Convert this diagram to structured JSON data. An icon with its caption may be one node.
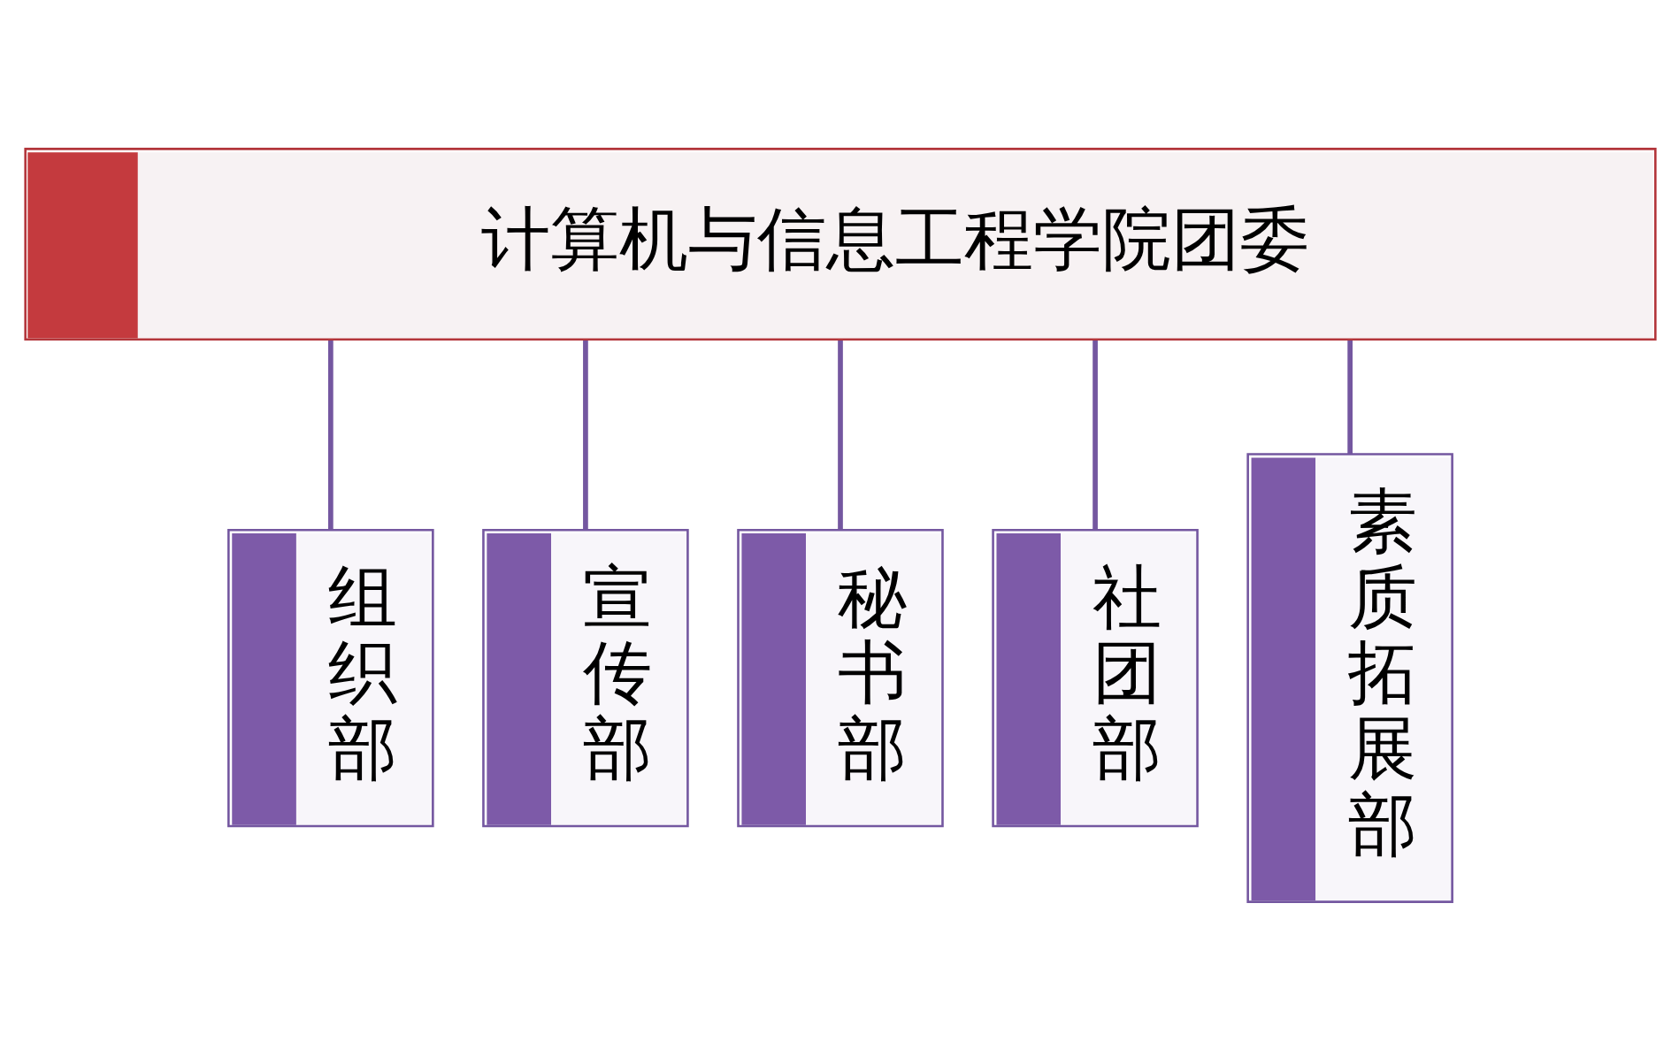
{
  "diagram": {
    "nodes": [
      {
        "text": [
          "计算机与信息工程学院团委"
        ]
      },
      {
        "text": [
          "组织部"
        ]
      },
      {
        "text": [
          "宣传部"
        ]
      },
      {
        "text": [
          "秘书部"
        ]
      },
      {
        "text": [
          "社团部"
        ]
      },
      {
        "text": [
          "素质拓展部"
        ]
      }
    ],
    "edges": [
      {
        "from": 0,
        "to": 1,
        "arrow": "none"
      },
      {
        "from": 0,
        "to": 2,
        "arrow": "none"
      },
      {
        "from": 0,
        "to": 3,
        "arrow": "none"
      },
      {
        "from": 0,
        "to": 4,
        "arrow": "none"
      },
      {
        "from": 0,
        "to": 5,
        "arrow": "none"
      }
    ]
  }
}
